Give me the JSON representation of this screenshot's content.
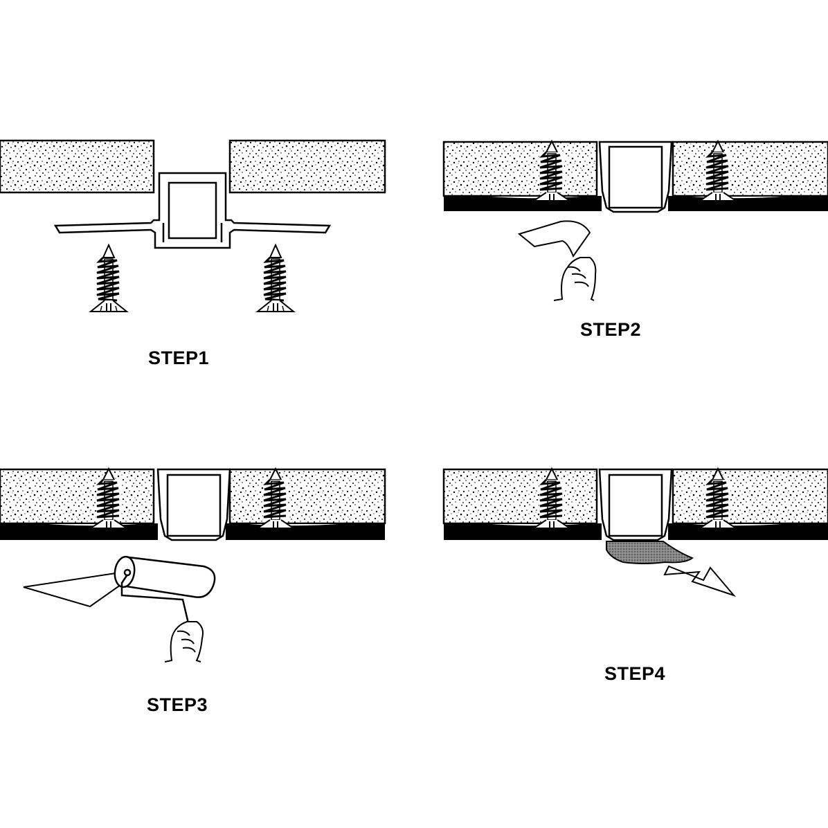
{
  "steps": [
    {
      "label": "STEP1"
    },
    {
      "label": "STEP2"
    },
    {
      "label": "STEP3"
    },
    {
      "label": "STEP4"
    }
  ],
  "colors": {
    "line": "#000000",
    "background": "#ffffff",
    "adhesive_strip": "#000000",
    "tape_fill": "#777777"
  },
  "icons": [
    "drywall-panel-icon",
    "aluminum-profile-icon",
    "drywall-screw-icon",
    "hand-icon",
    "paint-roller-icon",
    "tape-strip-icon",
    "arrow-icon"
  ]
}
